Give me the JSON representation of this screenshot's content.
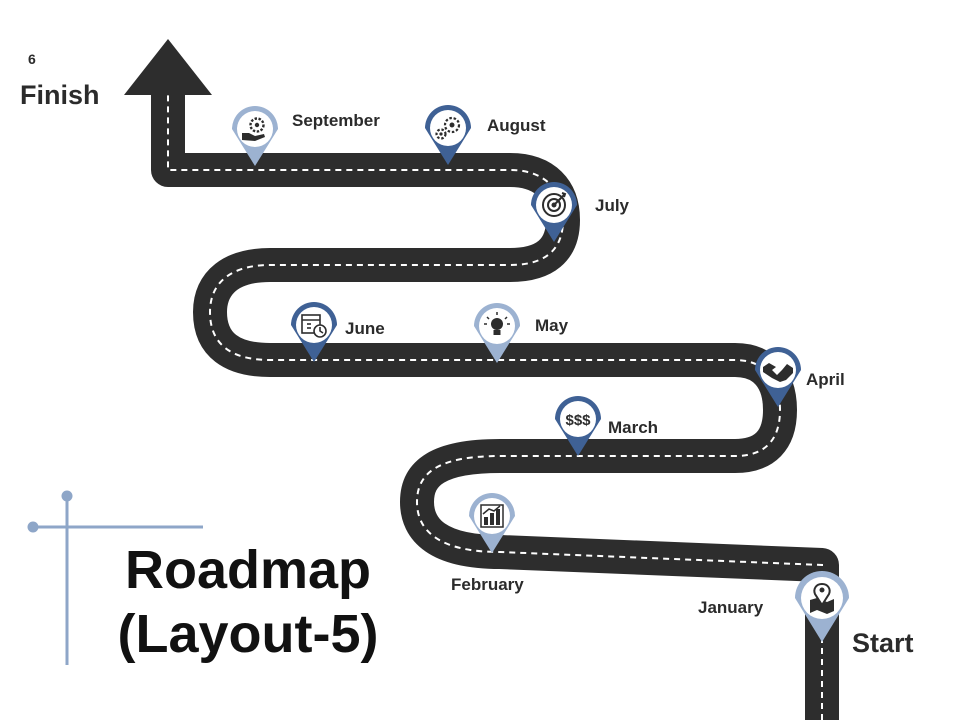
{
  "page_number": "6",
  "finish_label": "Finish",
  "start_label": "Start",
  "title": {
    "line1": "Roadmap",
    "line2": "(Layout-5)"
  },
  "colors": {
    "road": "#2d2d2d",
    "dash": "#ffffff",
    "pin_dark": "#3f6195",
    "pin_light": "#9cb2d1",
    "accent_line": "#8ea6c8"
  },
  "milestones": [
    {
      "month": "January",
      "icon": "map-location-icon",
      "shade": "light"
    },
    {
      "month": "February",
      "icon": "bar-chart-icon",
      "shade": "light"
    },
    {
      "month": "March",
      "icon": "dollar-signs-icon",
      "shade": "dark"
    },
    {
      "month": "April",
      "icon": "handshake-icon",
      "shade": "dark"
    },
    {
      "month": "May",
      "icon": "lightbulb-icon",
      "shade": "light"
    },
    {
      "month": "June",
      "icon": "calendar-clock-icon",
      "shade": "dark"
    },
    {
      "month": "July",
      "icon": "target-icon",
      "shade": "dark"
    },
    {
      "month": "August",
      "icon": "gears-icon",
      "shade": "dark"
    },
    {
      "month": "September",
      "icon": "gear-hand-icon",
      "shade": "light"
    }
  ]
}
